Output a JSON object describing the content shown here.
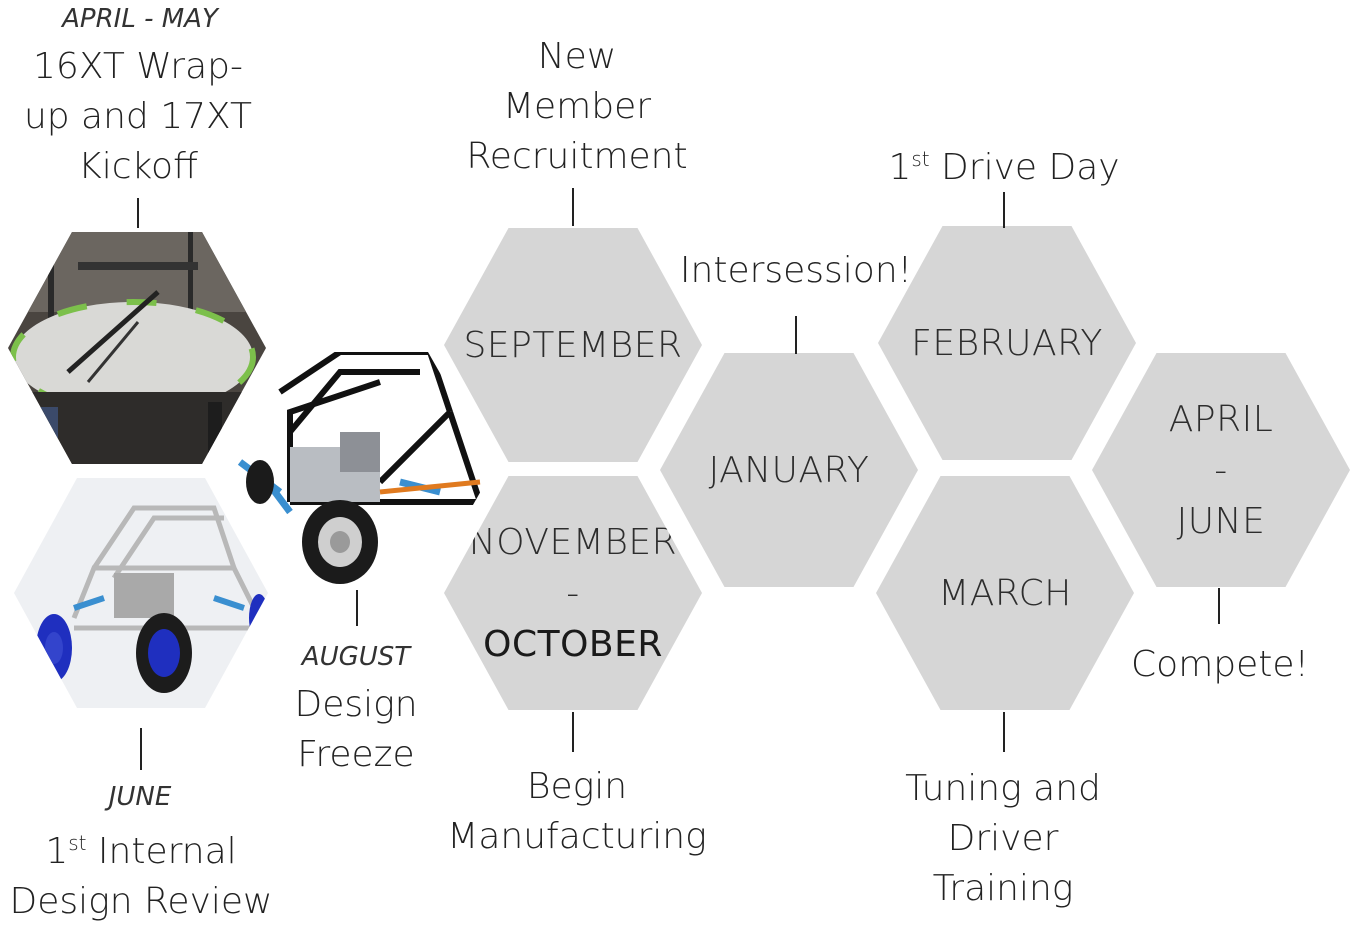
{
  "hexes": {
    "september": "SEPTEMBER",
    "november": [
      "NOVEMBER",
      "-",
      "OCTOBER"
    ],
    "january": "JANUARY",
    "february": "FEBRUARY",
    "march": "MARCH",
    "april_june": [
      "APRIL",
      "-",
      "JUNE"
    ]
  },
  "captions": {
    "april_may_month": "APRIL - MAY",
    "april_may_text": [
      "16XT Wrap-",
      "up and 17XT",
      "Kickoff"
    ],
    "june_month": "JUNE",
    "june_sup_num": "1",
    "june_sup": "st",
    "june_text_1": " Internal",
    "june_text_2": "Design Review",
    "august_month": "AUGUST",
    "august_text": [
      "Design",
      "Freeze"
    ],
    "september_text": [
      "New",
      "Member",
      "Recruitment"
    ],
    "november_text": [
      "Begin",
      "Manufacturing"
    ],
    "january_text": "Intersession!",
    "february_sup_num": "1",
    "february_sup": "st",
    "february_text": " Drive Day",
    "march_text": [
      "Tuning and",
      "Driver",
      "Training"
    ],
    "april_june_text": "Compete!"
  },
  "colors": {
    "hex_fill": "#d6d6d6",
    "frame_blue": "#3a8fd0",
    "wheel_blue": "#1f2fbf"
  }
}
